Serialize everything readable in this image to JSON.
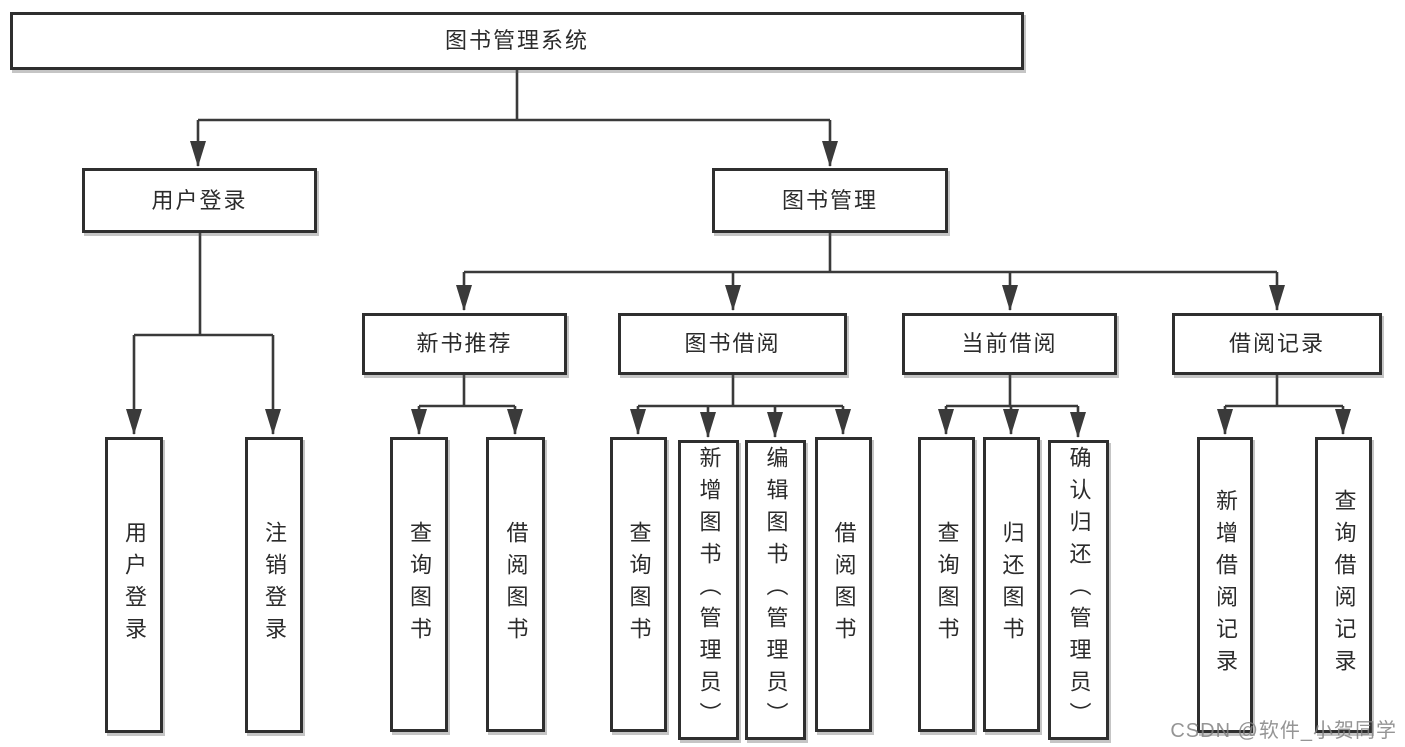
{
  "tree": {
    "root": {
      "label": "图书管理系统"
    },
    "level2": [
      {
        "label": "用户登录",
        "parent": "图书管理系统"
      },
      {
        "label": "图书管理",
        "parent": "图书管理系统"
      }
    ],
    "level3": [
      {
        "label": "新书推荐",
        "parent": "图书管理"
      },
      {
        "label": "图书借阅",
        "parent": "图书管理"
      },
      {
        "label": "当前借阅",
        "parent": "图书管理"
      },
      {
        "label": "借阅记录",
        "parent": "图书管理"
      }
    ],
    "leaves": [
      {
        "label": "用户登录",
        "parent": "用户登录"
      },
      {
        "label": "注销登录",
        "parent": "用户登录"
      },
      {
        "label": "查询图书",
        "parent": "新书推荐"
      },
      {
        "label": "借阅图书",
        "parent": "新书推荐"
      },
      {
        "label": "查询图书",
        "parent": "图书借阅"
      },
      {
        "label": "新增图书（管理员）",
        "parent": "图书借阅"
      },
      {
        "label": "编辑图书（管理员）",
        "parent": "图书借阅"
      },
      {
        "label": "借阅图书",
        "parent": "图书借阅"
      },
      {
        "label": "查询图书",
        "parent": "当前借阅"
      },
      {
        "label": "归还图书",
        "parent": "当前借阅"
      },
      {
        "label": "确认归还（管理员）",
        "parent": "当前借阅"
      },
      {
        "label": "新增借阅记录",
        "parent": "借阅记录"
      },
      {
        "label": "查询借阅记录",
        "parent": "借阅记录"
      }
    ]
  },
  "watermark": {
    "text": "CSDN @软件_小贺同学"
  },
  "colors": {
    "line": "#3a3a3a",
    "box_border": "#2f2f2f",
    "text": "#2b2b2b",
    "watermark": "#828282",
    "background": "#ffffff"
  }
}
